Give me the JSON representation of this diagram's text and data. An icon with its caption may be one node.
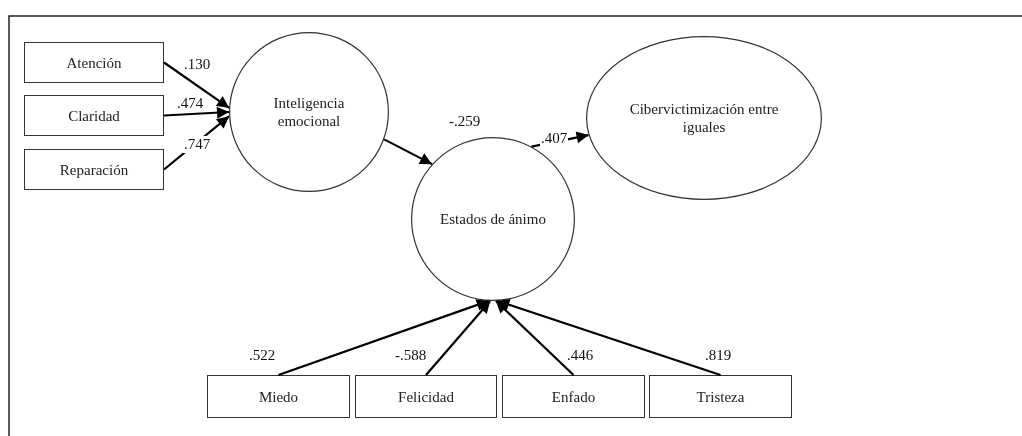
{
  "diagram": {
    "nodes": [
      {
        "text": [
          "Atención"
        ]
      },
      {
        "text": [
          "Claridad"
        ]
      },
      {
        "text": [
          "Reparación"
        ]
      },
      {
        "text": [
          "Inteligencia emocional"
        ]
      },
      {
        "text": [
          "Cibervictimización entre iguales"
        ]
      },
      {
        "text": [
          "Estados de ánimo"
        ]
      },
      {
        "text": [
          "Miedo"
        ]
      },
      {
        "text": [
          "Felicidad"
        ]
      },
      {
        "text": [
          "Enfado"
        ]
      },
      {
        "text": [
          "Tristeza"
        ]
      }
    ],
    "edges": [
      {
        "from": 0,
        "to": 3,
        "arrow": "to",
        "label": ".130"
      },
      {
        "from": 1,
        "to": 3,
        "arrow": "to",
        "label": ".474"
      },
      {
        "from": 2,
        "to": 3,
        "arrow": "to",
        "label": ".747"
      },
      {
        "from": 3,
        "to": 5,
        "arrow": "to",
        "label": "-.259"
      },
      {
        "from": 5,
        "to": 4,
        "arrow": "to",
        "label": ".407"
      },
      {
        "from": 6,
        "to": 5,
        "arrow": "to",
        "label": ".522"
      },
      {
        "from": 7,
        "to": 5,
        "arrow": "to",
        "label": "-.588"
      },
      {
        "from": 8,
        "to": 5,
        "arrow": "to",
        "label": ".446"
      },
      {
        "from": 9,
        "to": 5,
        "arrow": "to",
        "label": ".819"
      }
    ]
  }
}
